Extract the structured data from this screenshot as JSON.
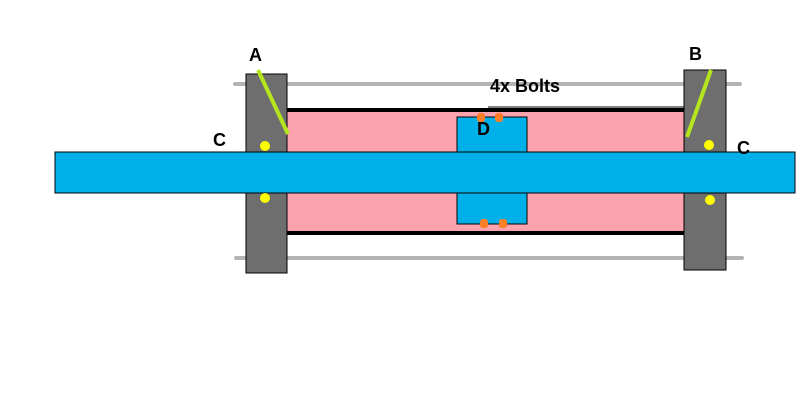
{
  "labels": {
    "a": "A",
    "b": "B",
    "c_left": "C",
    "c_right": "C",
    "d": "D",
    "bolts": "4x Bolts"
  },
  "colors": {
    "background": "#ffffff",
    "shaft": "#00b0e8",
    "cylinder_body": "#fda3ae",
    "end_plate": "#6e6e6e",
    "piston": "#00b0e8",
    "tie_rod": "#b4b4b4",
    "seal": "#b5e61d",
    "bearing_dot": "#ffff00",
    "screw_dot": "#ff7f27",
    "outline": "#000000"
  }
}
